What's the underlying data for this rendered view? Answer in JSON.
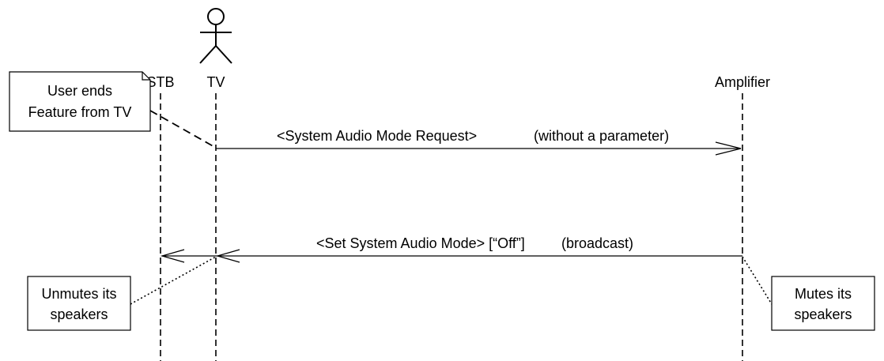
{
  "lifelines": {
    "stb": "STB",
    "tv": "TV",
    "amplifier": "Amplifier"
  },
  "messages": {
    "request_label": "<System Audio Mode Request>",
    "request_note": "(without a parameter)",
    "set_label": "<Set System Audio Mode> [“Off”]",
    "set_note": "(broadcast)"
  },
  "notes": {
    "user_ends_line1": "User ends",
    "user_ends_line2": "Feature from TV",
    "unmutes_line1": "Unmutes its",
    "unmutes_line2": "speakers",
    "mutes_line1": "Mutes its",
    "mutes_line2": "speakers"
  }
}
